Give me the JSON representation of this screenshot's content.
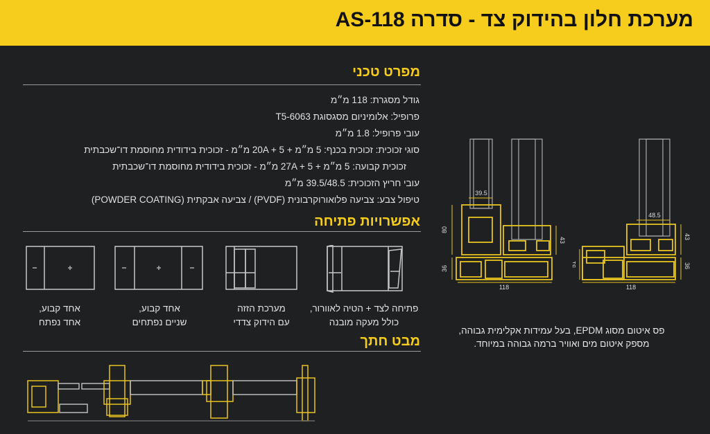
{
  "header": {
    "title": "מערכת חלון בהידוק צד - סדרה AS-118"
  },
  "colors": {
    "accent": "#f6cd1c",
    "background": "#1f2022",
    "header_text": "#111111"
  },
  "specs": {
    "heading": "מפרט טכני",
    "lines": [
      "גודל מסגרת: 118 מ״מ",
      "פרופיל: אלומיניום מסגסוגת 6063-T5",
      "עובי פרופיל: 1.8 מ״מ",
      "סוגי זכוכית: זכוכית בכנף: 5 מ״מ + 20A + 5 מ״מ - זכוכית בידודית מחוסמת דו־שכבתית",
      "זכוכית קבועה: 5 מ״מ + 27A + 5 מ״מ - זכוכית בידודית מחוסמת דו־שכבתית",
      "עובי חריץ הזכוכית: 39.5/48.5 מ״מ",
      "טיפול צבע: צביעה פלואורוקרבונית (PVDF) / צביעה אבקתית (POWDER COATING)"
    ]
  },
  "opening": {
    "heading": "אפשרויות פתיחה",
    "options": [
      {
        "line1": "פתיחה לצד + הטיה לאוורור,",
        "line2": "כולל מעקה מובנה"
      },
      {
        "line1": "מערכת הזזה",
        "line2": "עם הידוק צדדי"
      },
      {
        "line1": "אחד קבוע,",
        "line2": "שניים נפתחים"
      },
      {
        "line1": "אחד קבוע,",
        "line2": "אחד נפתח"
      }
    ]
  },
  "section": {
    "heading": "מבט חתך"
  },
  "profiles": {
    "left": {
      "glass_slot": "39.5",
      "height_upper": "80",
      "height_lower": "36",
      "height_sash": "43",
      "width": "118"
    },
    "right": {
      "glass_slot": "48.5",
      "height_left": "51",
      "height_sash": "43",
      "height_lower": "36",
      "width": "118"
    },
    "note_line1": "פס איטום מסוג EPDM, בעל עמידות אקלימית גבוהה,",
    "note_line2": "מספק איטום מים ואוויר ברמה גבוהה במיוחד."
  }
}
